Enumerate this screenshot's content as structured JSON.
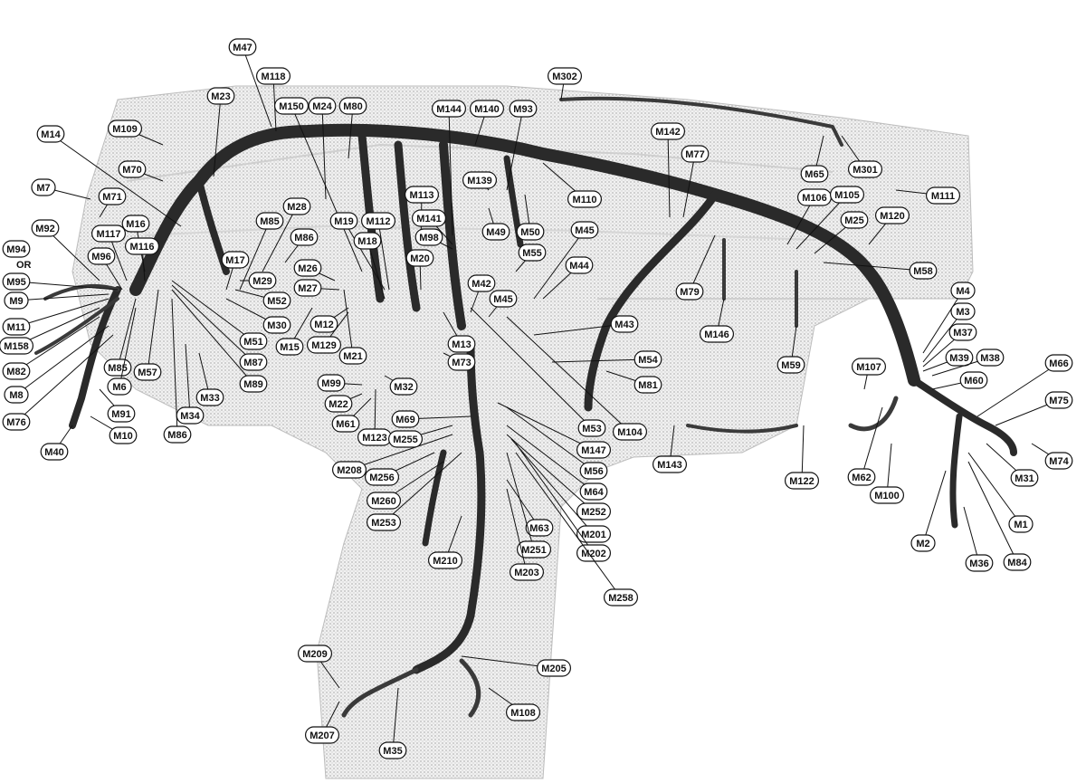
{
  "connectors": [
    {
      "id": "M47",
      "label": "M47"
    },
    {
      "id": "M118",
      "label": "M118"
    },
    {
      "id": "M23",
      "label": "M23"
    },
    {
      "id": "M150",
      "label": "M150"
    },
    {
      "id": "M24",
      "label": "M24"
    },
    {
      "id": "M80",
      "label": "M80"
    },
    {
      "id": "M144",
      "label": "M144"
    },
    {
      "id": "M140",
      "label": "M140"
    },
    {
      "id": "M93",
      "label": "M93"
    },
    {
      "id": "M302",
      "label": "M302"
    },
    {
      "id": "M142",
      "label": "M142"
    },
    {
      "id": "M77",
      "label": "M77"
    },
    {
      "id": "M65",
      "label": "M65"
    },
    {
      "id": "M301",
      "label": "M301"
    },
    {
      "id": "M109",
      "label": "M109"
    },
    {
      "id": "M14",
      "label": "M14"
    },
    {
      "id": "M70",
      "label": "M70"
    },
    {
      "id": "M7",
      "label": "M7"
    },
    {
      "id": "M71",
      "label": "M71"
    },
    {
      "id": "M92",
      "label": "M92"
    },
    {
      "id": "M16",
      "label": "M16"
    },
    {
      "id": "M117",
      "label": "M117"
    },
    {
      "id": "M116",
      "label": "M116"
    },
    {
      "id": "M94",
      "label": "M94"
    },
    {
      "id": "M96",
      "label": "M96"
    },
    {
      "id": "M95",
      "label": "M95"
    },
    {
      "id": "M9",
      "label": "M9"
    },
    {
      "id": "M11",
      "label": "M11"
    },
    {
      "id": "M158",
      "label": "M158"
    },
    {
      "id": "M82",
      "label": "M82"
    },
    {
      "id": "M8",
      "label": "M8"
    },
    {
      "id": "M76",
      "label": "M76"
    },
    {
      "id": "M40",
      "label": "M40"
    },
    {
      "id": "M85a",
      "label": "M85"
    },
    {
      "id": "M6",
      "label": "M6"
    },
    {
      "id": "M91",
      "label": "M91"
    },
    {
      "id": "M10",
      "label": "M10"
    },
    {
      "id": "M57",
      "label": "M57"
    },
    {
      "id": "M86a",
      "label": "M86"
    },
    {
      "id": "M34",
      "label": "M34"
    },
    {
      "id": "M33",
      "label": "M33"
    },
    {
      "id": "M89",
      "label": "M89"
    },
    {
      "id": "M87",
      "label": "M87"
    },
    {
      "id": "M51",
      "label": "M51"
    },
    {
      "id": "M30",
      "label": "M30"
    },
    {
      "id": "M52",
      "label": "M52"
    },
    {
      "id": "M29",
      "label": "M29"
    },
    {
      "id": "M17",
      "label": "M17"
    },
    {
      "id": "M85b",
      "label": "M85"
    },
    {
      "id": "M28",
      "label": "M28"
    },
    {
      "id": "M86b",
      "label": "M86"
    },
    {
      "id": "M26",
      "label": "M26"
    },
    {
      "id": "M27",
      "label": "M27"
    },
    {
      "id": "M12",
      "label": "M12"
    },
    {
      "id": "M15",
      "label": "M15"
    },
    {
      "id": "M129",
      "label": "M129"
    },
    {
      "id": "M21",
      "label": "M21"
    },
    {
      "id": "M19",
      "label": "M19"
    },
    {
      "id": "M112",
      "label": "M112"
    },
    {
      "id": "M18",
      "label": "M18"
    },
    {
      "id": "M113",
      "label": "M113"
    },
    {
      "id": "M141",
      "label": "M141"
    },
    {
      "id": "M98",
      "label": "M98"
    },
    {
      "id": "M20",
      "label": "M20"
    },
    {
      "id": "M139",
      "label": "M139"
    },
    {
      "id": "M49",
      "label": "M49"
    },
    {
      "id": "M50",
      "label": "M50"
    },
    {
      "id": "M110",
      "label": "M110"
    },
    {
      "id": "M55",
      "label": "M55"
    },
    {
      "id": "M45a",
      "label": "M45"
    },
    {
      "id": "M44",
      "label": "M44"
    },
    {
      "id": "M42",
      "label": "M42"
    },
    {
      "id": "M45b",
      "label": "M45"
    },
    {
      "id": "M43",
      "label": "M43"
    },
    {
      "id": "M13",
      "label": "M13"
    },
    {
      "id": "M73",
      "label": "M73"
    },
    {
      "id": "M54",
      "label": "M54"
    },
    {
      "id": "M81",
      "label": "M81"
    },
    {
      "id": "M99",
      "label": "M99"
    },
    {
      "id": "M32",
      "label": "M32"
    },
    {
      "id": "M22",
      "label": "M22"
    },
    {
      "id": "M61",
      "label": "M61"
    },
    {
      "id": "M123",
      "label": "M123"
    },
    {
      "id": "M69",
      "label": "M69"
    },
    {
      "id": "M255",
      "label": "M255"
    },
    {
      "id": "M53",
      "label": "M53"
    },
    {
      "id": "M104",
      "label": "M104"
    },
    {
      "id": "M147",
      "label": "M147"
    },
    {
      "id": "M56",
      "label": "M56"
    },
    {
      "id": "M64",
      "label": "M64"
    },
    {
      "id": "M252",
      "label": "M252"
    },
    {
      "id": "M201",
      "label": "M201"
    },
    {
      "id": "M202",
      "label": "M202"
    },
    {
      "id": "M63",
      "label": "M63"
    },
    {
      "id": "M251",
      "label": "M251"
    },
    {
      "id": "M203",
      "label": "M203"
    },
    {
      "id": "M258",
      "label": "M258"
    },
    {
      "id": "M208",
      "label": "M208"
    },
    {
      "id": "M256",
      "label": "M256"
    },
    {
      "id": "M260",
      "label": "M260"
    },
    {
      "id": "M253",
      "label": "M253"
    },
    {
      "id": "M210",
      "label": "M210"
    },
    {
      "id": "M205",
      "label": "M205"
    },
    {
      "id": "M209",
      "label": "M209"
    },
    {
      "id": "M108",
      "label": "M108"
    },
    {
      "id": "M207",
      "label": "M207"
    },
    {
      "id": "M35",
      "label": "M35"
    },
    {
      "id": "M143",
      "label": "M143"
    },
    {
      "id": "M79",
      "label": "M79"
    },
    {
      "id": "M146",
      "label": "M146"
    },
    {
      "id": "M59",
      "label": "M59"
    },
    {
      "id": "M106",
      "label": "M106"
    },
    {
      "id": "M105",
      "label": "M105"
    },
    {
      "id": "M111",
      "label": "M111"
    },
    {
      "id": "M25",
      "label": "M25"
    },
    {
      "id": "M120",
      "label": "M120"
    },
    {
      "id": "M58",
      "label": "M58"
    },
    {
      "id": "M4",
      "label": "M4"
    },
    {
      "id": "M3",
      "label": "M3"
    },
    {
      "id": "M37",
      "label": "M37"
    },
    {
      "id": "M39",
      "label": "M39"
    },
    {
      "id": "M38",
      "label": "M38"
    },
    {
      "id": "M60",
      "label": "M60"
    },
    {
      "id": "M107",
      "label": "M107"
    },
    {
      "id": "M66",
      "label": "M66"
    },
    {
      "id": "M75",
      "label": "M75"
    },
    {
      "id": "M74",
      "label": "M74"
    },
    {
      "id": "M31",
      "label": "M31"
    },
    {
      "id": "M1",
      "label": "M1"
    },
    {
      "id": "M84",
      "label": "M84"
    },
    {
      "id": "M36",
      "label": "M36"
    },
    {
      "id": "M2",
      "label": "M2"
    },
    {
      "id": "M100",
      "label": "M100"
    },
    {
      "id": "M62",
      "label": "M62"
    },
    {
      "id": "M122",
      "label": "M122"
    }
  ],
  "or_note": "OR",
  "colors": {
    "line": "#111111",
    "harness": "#2a2a2a",
    "body_stipple": "#c8c8c8"
  }
}
